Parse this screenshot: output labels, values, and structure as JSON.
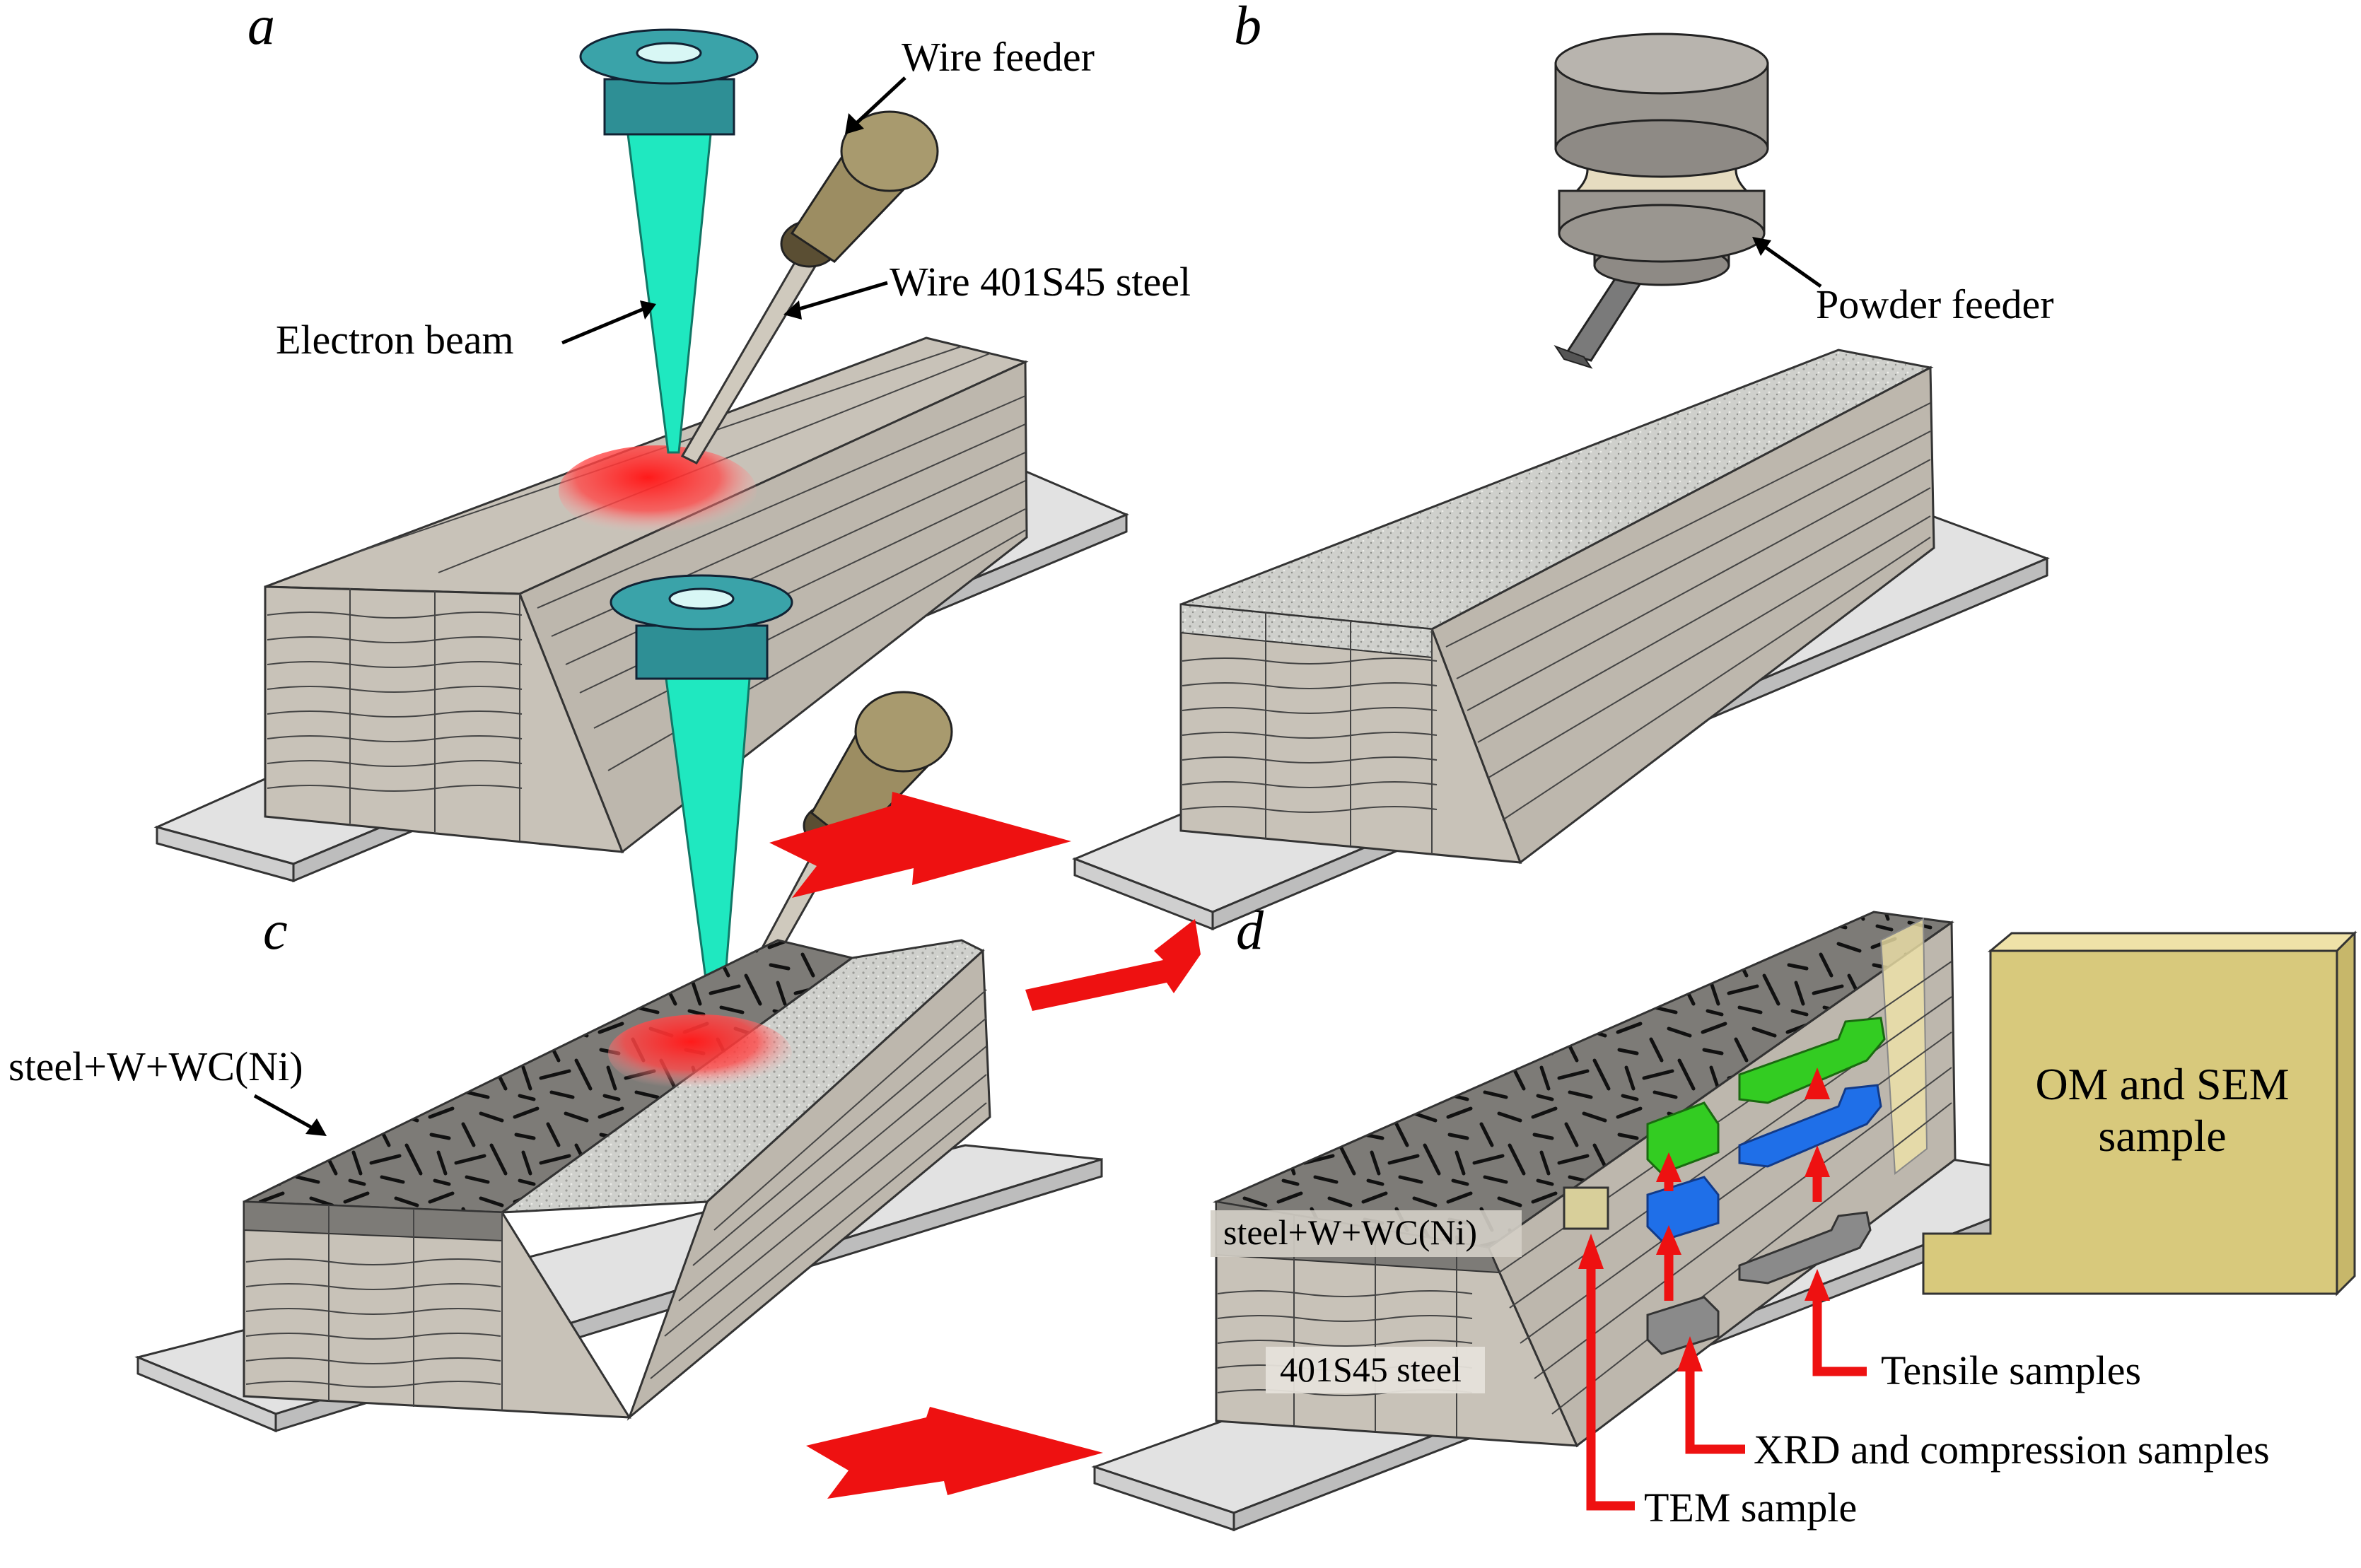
{
  "panels": {
    "a": {
      "letter": "a",
      "wire_feeder": "Wire feeder",
      "wire": "Wire 401S45 steel",
      "electron_beam": "Electron beam"
    },
    "b": {
      "letter": "b",
      "powder_feeder": "Powder feeder"
    },
    "c": {
      "letter": "c",
      "composite_layer": "steel+W+WC(Ni)"
    },
    "d": {
      "letter": "d",
      "composite_label": "steel+W+WC(Ni)",
      "steel_label": "401S45 steel",
      "om_sem_line1": "OM and SEM",
      "om_sem_line2": "sample",
      "tensile": "Tensile samples",
      "xrd": "XRD and compression samples",
      "tem": "TEM sample"
    }
  },
  "colors": {
    "beam": "#1fe8c0",
    "nozzle": "#2e8f95",
    "wire_feeder": "#9c8d62",
    "melt_pool": "#ff2a2a",
    "arrow": "#ee1111",
    "deposit": "#c8c2b8",
    "substrate": "#e2e2e2",
    "powder": "#cfd0cc",
    "composite": "#7d7b77",
    "om_sample": "#d8c97c",
    "tensile_sample": "#33cc22",
    "xrd_sample": "#1f6fe8",
    "tem_sample": "#d8cf9a",
    "other_sample": "#8a8a8a"
  }
}
